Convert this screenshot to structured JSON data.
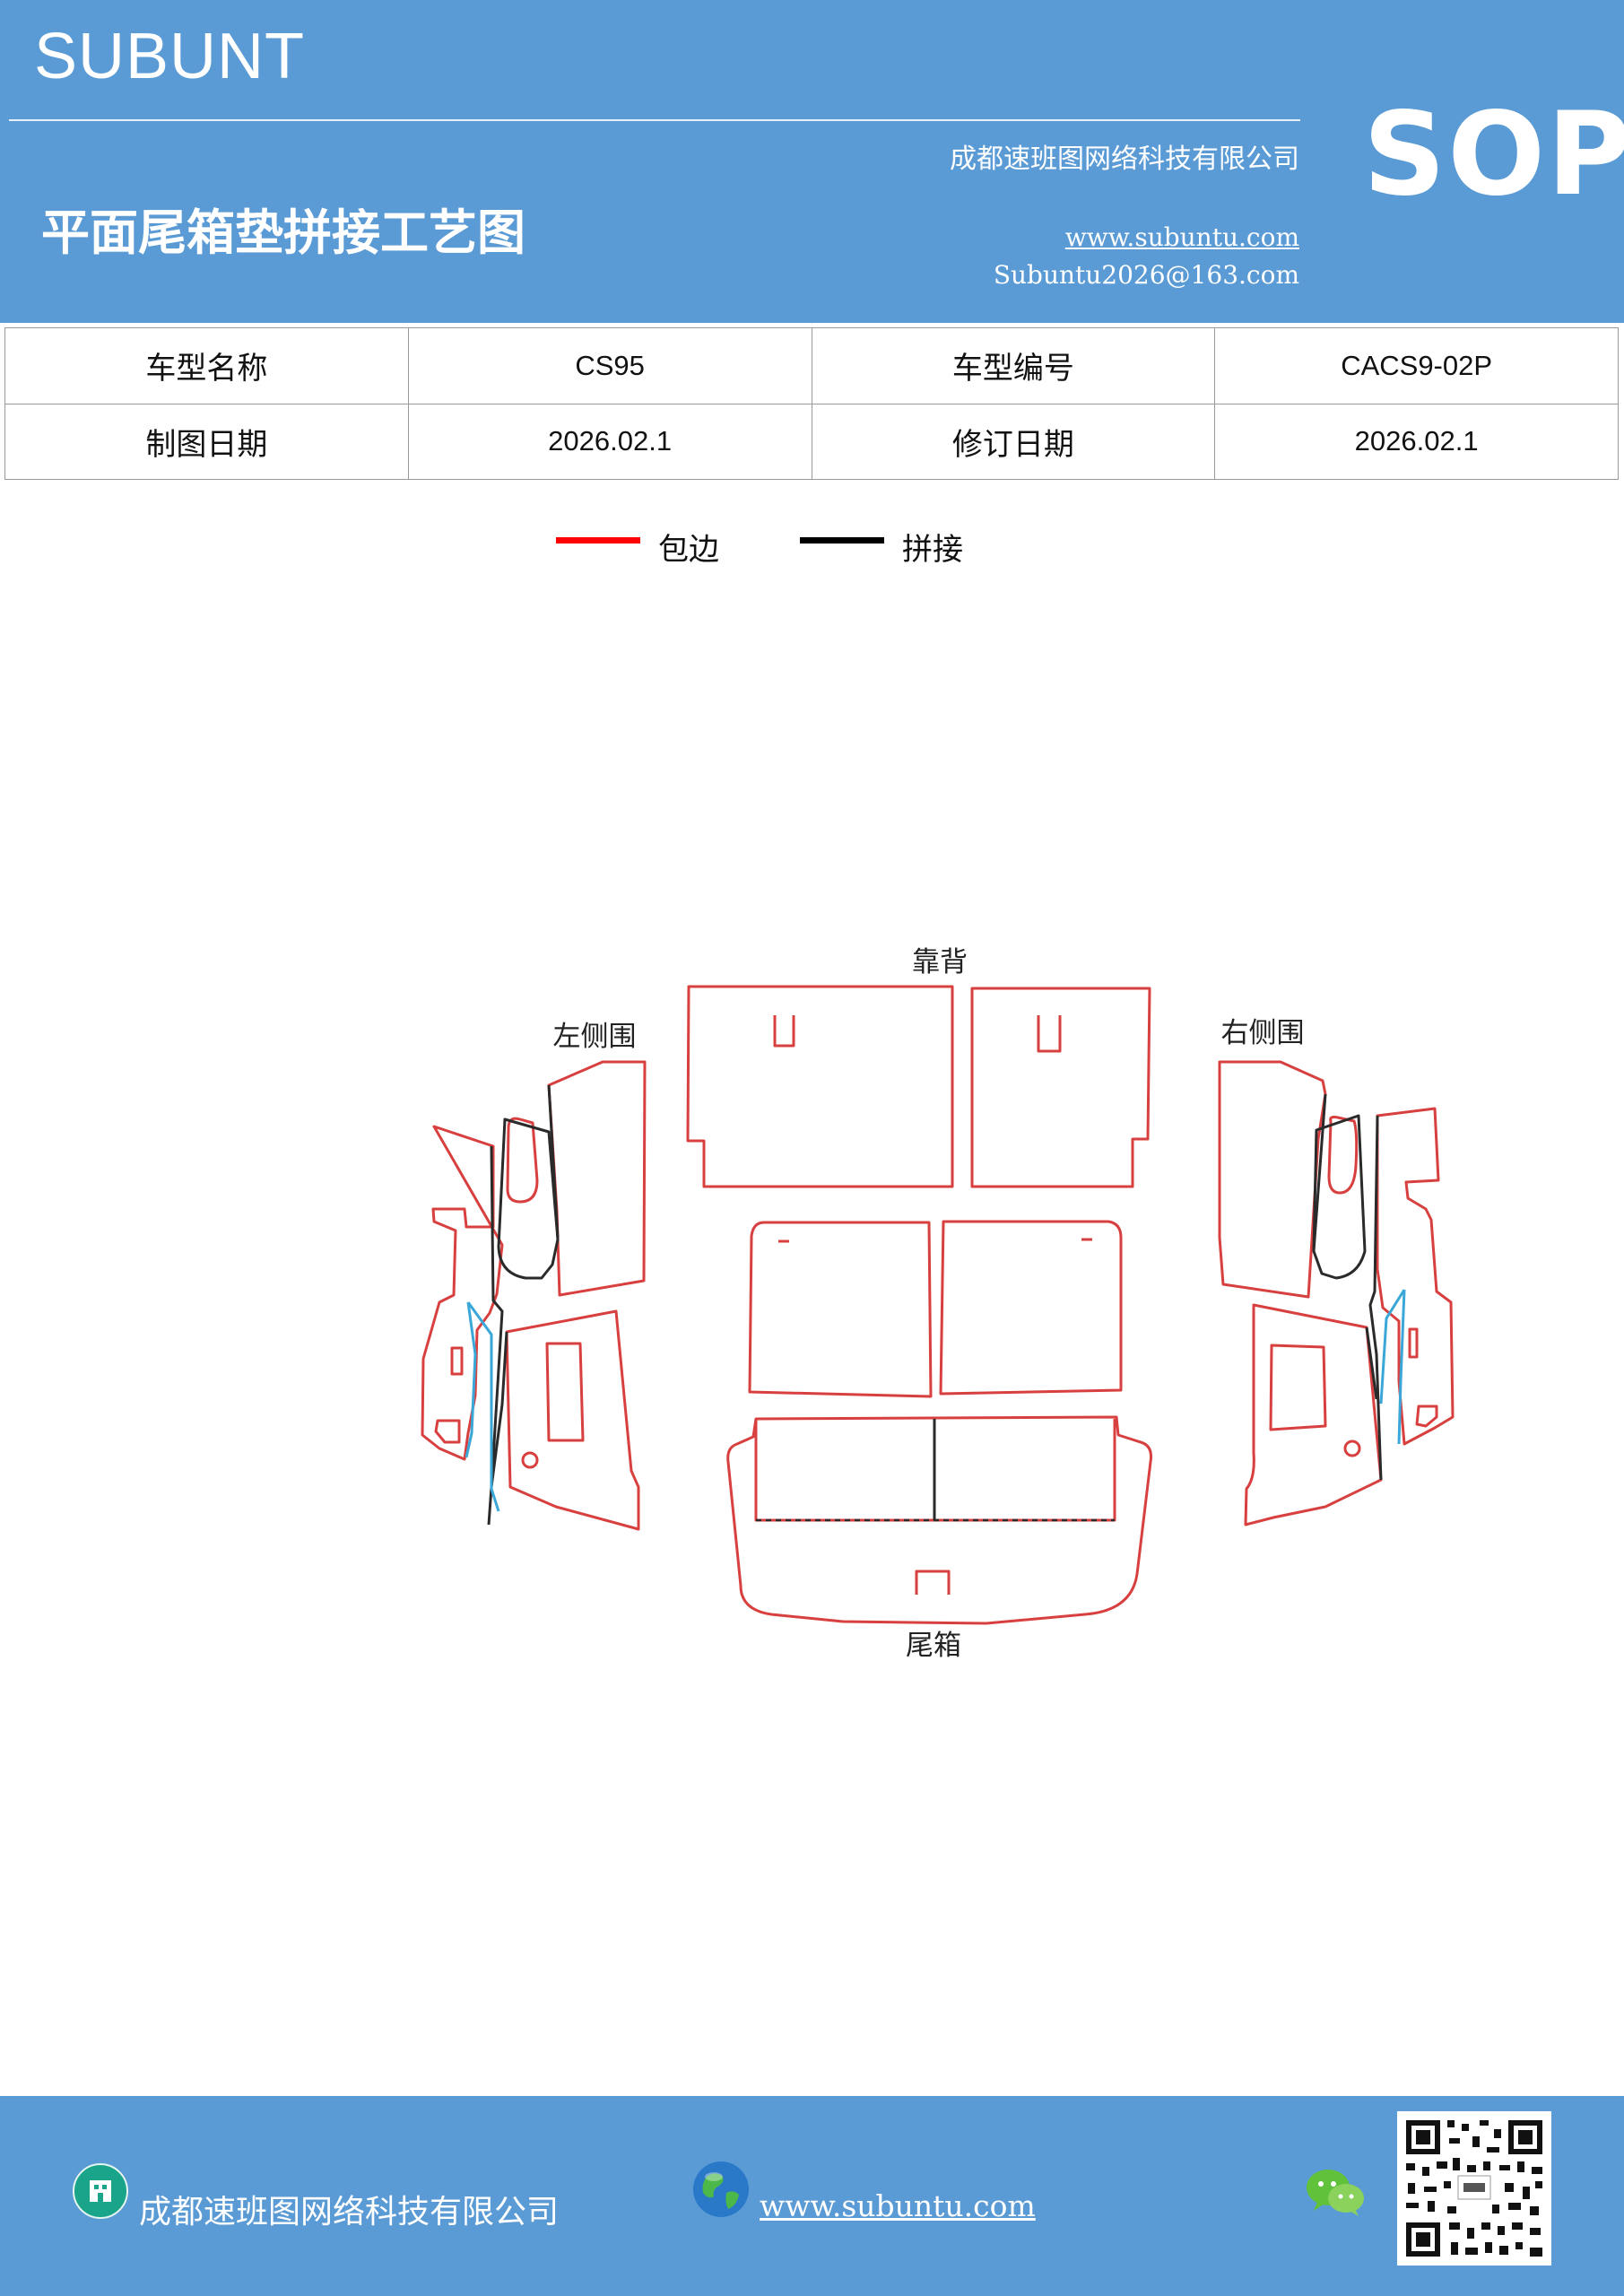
{
  "header": {
    "brand": "SUBUNT",
    "company": "成都速班图网络科技有限公司",
    "title": "平面尾箱垫拼接工艺图",
    "website": "www.subuntu.com",
    "email": "Subuntu2026@163.com",
    "badge": "SOP"
  },
  "info_table": {
    "rows": [
      {
        "label1": "车型名称",
        "value1": "CS95",
        "label2": "车型编号",
        "value2": "CACS9-02P"
      },
      {
        "label1": "制图日期",
        "value1": "2026.02.1",
        "label2": "修订日期",
        "value2": "2026.02.1"
      }
    ]
  },
  "legend": [
    {
      "label": "包边",
      "color": "#ff0000"
    },
    {
      "label": "拼接",
      "color": "#000000"
    }
  ],
  "diagram": {
    "labels": {
      "backrest": "靠背",
      "left_side": "左侧围",
      "right_side": "右侧围",
      "trunk": "尾箱"
    },
    "colors": {
      "edge": "#d84040",
      "seam": "#2a2a2a",
      "accent": "#3aa7d8"
    }
  },
  "footer": {
    "company": "成都速班图网络科技有限公司",
    "website": "www.subuntu.com"
  }
}
